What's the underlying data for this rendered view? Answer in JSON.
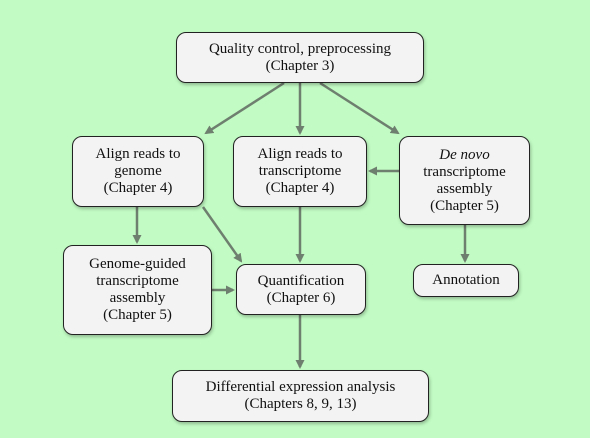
{
  "diagram": {
    "nodes": {
      "qc": {
        "line1": "Quality control, preprocessing",
        "line2": "(Chapter 3)"
      },
      "align_genome": {
        "line1": "Align reads to",
        "line2": "genome",
        "line3": "(Chapter 4)"
      },
      "align_transcriptome": {
        "line1": "Align reads to",
        "line2": "transcriptome",
        "line3": "(Chapter 4)"
      },
      "de_novo": {
        "line1": "De novo",
        "line2": "transcriptome",
        "line3": "assembly",
        "line4": "(Chapter 5)"
      },
      "genome_guided": {
        "line1": "Genome-guided",
        "line2": "transcriptome",
        "line3": "assembly",
        "line4": "(Chapter 5)"
      },
      "quantification": {
        "line1": "Quantification",
        "line2": "(Chapter 6)"
      },
      "annotation": {
        "line1": "Annotation"
      },
      "differential": {
        "line1": "Differential expression analysis",
        "line2": "(Chapters 8, 9, 13)"
      }
    },
    "edges": [
      {
        "from": "qc",
        "to": "align_genome"
      },
      {
        "from": "qc",
        "to": "align_transcriptome"
      },
      {
        "from": "qc",
        "to": "de_novo"
      },
      {
        "from": "de_novo",
        "to": "align_transcriptome"
      },
      {
        "from": "align_genome",
        "to": "genome_guided"
      },
      {
        "from": "align_genome",
        "to": "quantification"
      },
      {
        "from": "align_transcriptome",
        "to": "quantification"
      },
      {
        "from": "genome_guided",
        "to": "quantification"
      },
      {
        "from": "de_novo",
        "to": "annotation"
      },
      {
        "from": "quantification",
        "to": "differential"
      }
    ],
    "colors": {
      "background": "#c2fcc4",
      "box_fill": "#f3f3f3",
      "box_border": "#222222",
      "arrow": "#6f7f6f"
    }
  }
}
